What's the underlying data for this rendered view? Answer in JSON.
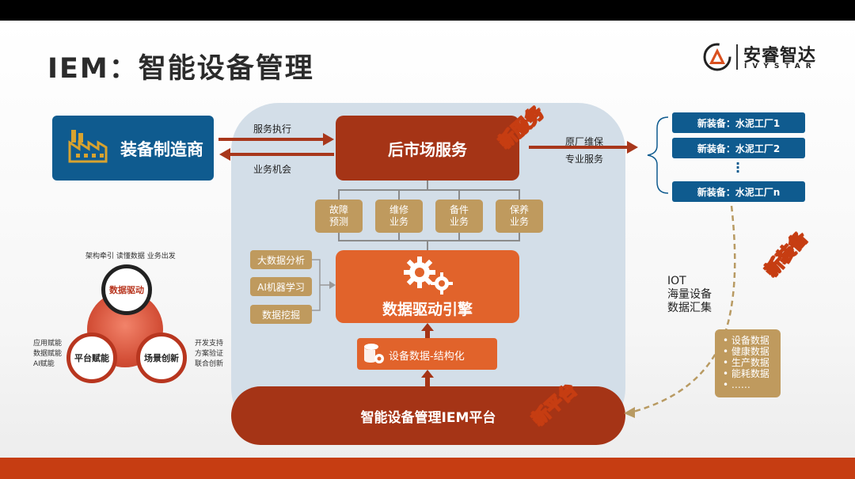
{
  "header": {
    "title": "IEM：智能设备管理",
    "logo_cn": "安睿智达",
    "logo_en": "IVYSTAR"
  },
  "manufacturer": {
    "label": "装备制造商"
  },
  "flows": {
    "service_exec": "服务执行",
    "business_opportunity": "业务机会",
    "oem_maintenance": "原厂维保",
    "professional_service": "专业服务"
  },
  "aftermarket": {
    "label": "后市场服务"
  },
  "tags": {
    "new_service": "新服务",
    "new_equipment": "新装备",
    "new_platform": "新平台"
  },
  "services": [
    {
      "line1": "故障",
      "line2": "预测"
    },
    {
      "line1": "维修",
      "line2": "业务"
    },
    {
      "line1": "备件",
      "line2": "业务"
    },
    {
      "line1": "保养",
      "line2": "业务"
    }
  ],
  "tools": [
    "大数据分析",
    "AI机器学习",
    "数据挖掘"
  ],
  "engine": {
    "label": "数据驱动引擎"
  },
  "structured": {
    "label": "设备数据-结构化"
  },
  "platform": {
    "label": "智能设备管理IEM平台"
  },
  "factories": [
    "新装备：水泥工厂1",
    "新装备：水泥工厂2",
    "新装备：水泥工厂n"
  ],
  "iot": {
    "line1": "IOT",
    "line2": "海量设备",
    "line3": "数据汇集"
  },
  "data_types": [
    "• 设备数据",
    "• 健康数据",
    "• 生产数据",
    "• 能耗数据",
    "• ……"
  ],
  "cluster": {
    "top_text": "架构牵引  读懂数据  业务出发",
    "center": "数据驱动",
    "left": "平台赋能",
    "right": "场景创新",
    "left_text": [
      "应用赋能",
      "数据赋能",
      "AI赋能"
    ],
    "right_text": [
      "开发支持",
      "方案验证",
      "联合创新"
    ]
  },
  "colors": {
    "dark_red": "#a53416",
    "orange": "#e1632b",
    "gold": "#bf9a5e",
    "blue": "#0f5b8f",
    "light_panel": "#d3dee8",
    "accent_bar": "#c63d12"
  }
}
